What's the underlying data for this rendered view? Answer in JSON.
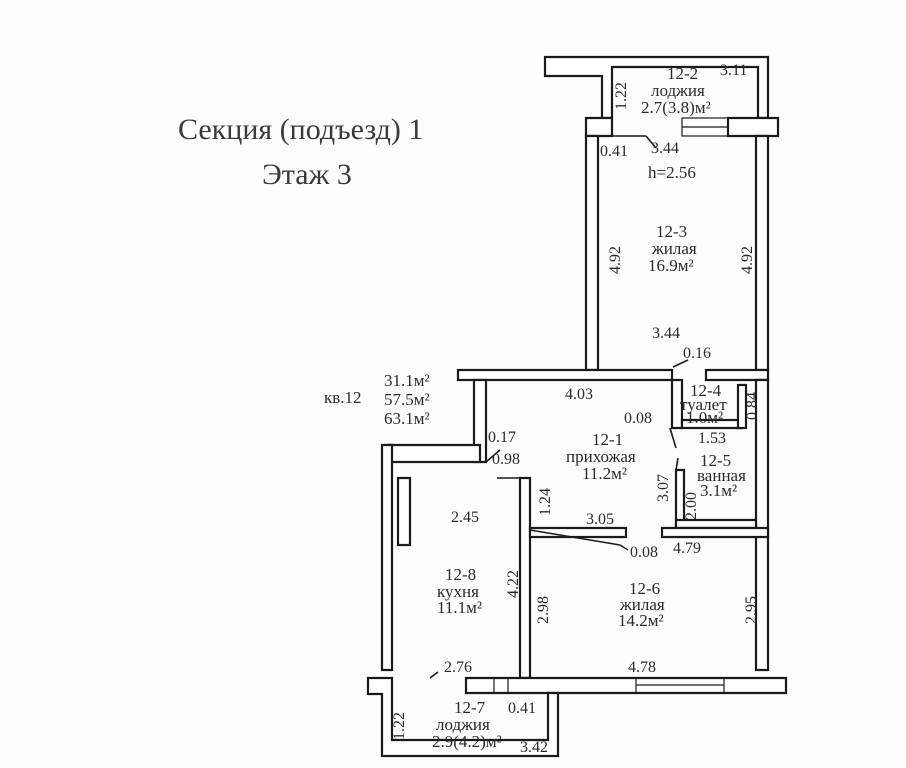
{
  "heading": {
    "section": "Секция (подъезд) 1",
    "floor": "Этаж 3"
  },
  "apartment": {
    "number": "кв.12",
    "area_living": "31.1м²",
    "area_total": "57.5м²",
    "area_total_loggia": "63.1м²"
  },
  "rooms": {
    "r12_2": {
      "id": "12-2",
      "name": "лоджия",
      "area": "2.7(3.8)м²"
    },
    "r12_3": {
      "id": "12-3",
      "name": "жилая",
      "area": "16.9м²",
      "height": "h=2.56"
    },
    "r12_4": {
      "id": "12-4",
      "name": "туалет",
      "area": "1.0м²"
    },
    "r12_1": {
      "id": "12-1",
      "name": "прихожая",
      "area": "11.2м²"
    },
    "r12_5": {
      "id": "12-5",
      "name": "ванная",
      "area": "3.1м²"
    },
    "r12_6": {
      "id": "12-6",
      "name": "жилая",
      "area": "14.2м²"
    },
    "r12_8": {
      "id": "12-8",
      "name": "кухня",
      "area": "11.1м²"
    },
    "r12_7": {
      "id": "12-7",
      "name": "лоджия",
      "area": "2.9(4.2)м²"
    }
  },
  "dimensions": {
    "d_122_top": "1.22",
    "d_311": "3.11",
    "d_041_top": "0.41",
    "d_344_top": "3.44",
    "d_492_left": "4.92",
    "d_492_right": "4.92",
    "d_344_bottom": "3.44",
    "d_016": "0.16",
    "d_403": "4.03",
    "d_008_a": "0.08",
    "d_084": "0.84",
    "d_017": "0.17",
    "d_098": "0.98",
    "d_153": "1.53",
    "d_307": "3.07",
    "d_124": "1.24",
    "d_200": "2.00",
    "d_245": "2.45",
    "d_305": "3.05",
    "d_008_b": "0.08",
    "d_479": "4.79",
    "d_422": "4.22",
    "d_298": "2.98",
    "d_295": "2.95",
    "d_276": "2.76",
    "d_478": "4.78",
    "d_122_bottom": "1.22",
    "d_041_bottom": "0.41",
    "d_342": "3.42"
  }
}
